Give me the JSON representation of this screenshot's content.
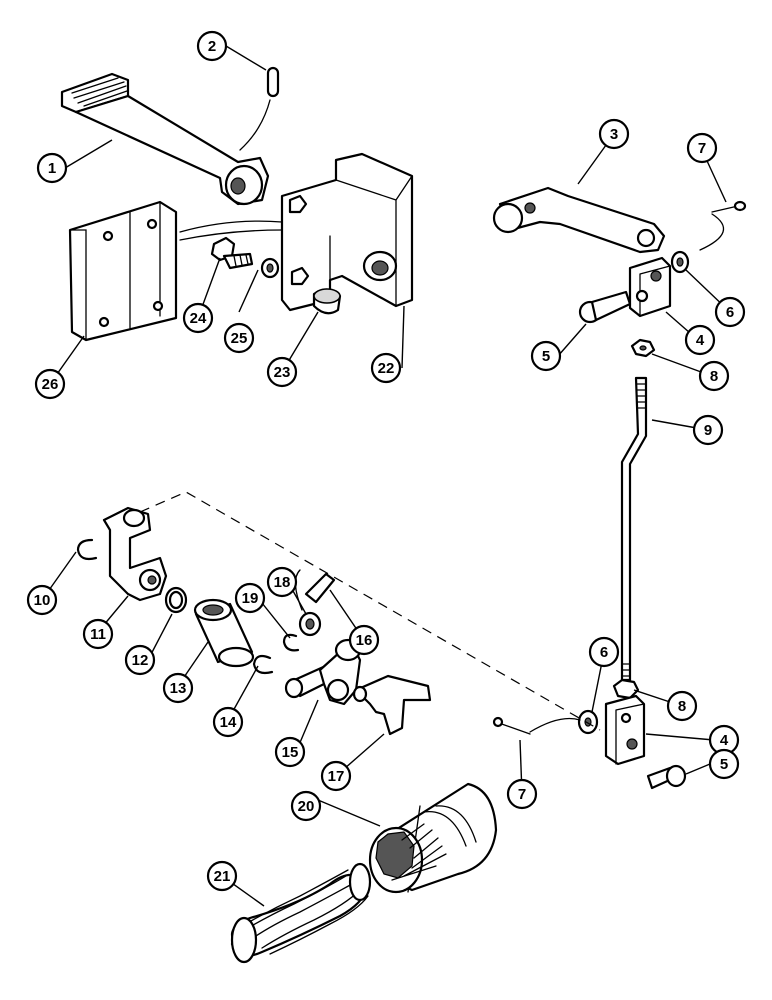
{
  "callouts": {
    "c1": "1",
    "c2": "2",
    "c3": "3",
    "c4a": "4",
    "c4b": "4",
    "c5a": "5",
    "c5b": "5",
    "c6a": "6",
    "c6b": "6",
    "c7a": "7",
    "c7b": "7",
    "c8a": "8",
    "c8b": "8",
    "c9": "9",
    "c10": "10",
    "c11": "11",
    "c12": "12",
    "c13": "13",
    "c14": "14",
    "c15": "15",
    "c16": "16",
    "c17": "17",
    "c18": "18",
    "c19": "19",
    "c20": "20",
    "c21": "21",
    "c22": "22",
    "c23": "23",
    "c24": "24",
    "c25": "25",
    "c26": "26"
  }
}
